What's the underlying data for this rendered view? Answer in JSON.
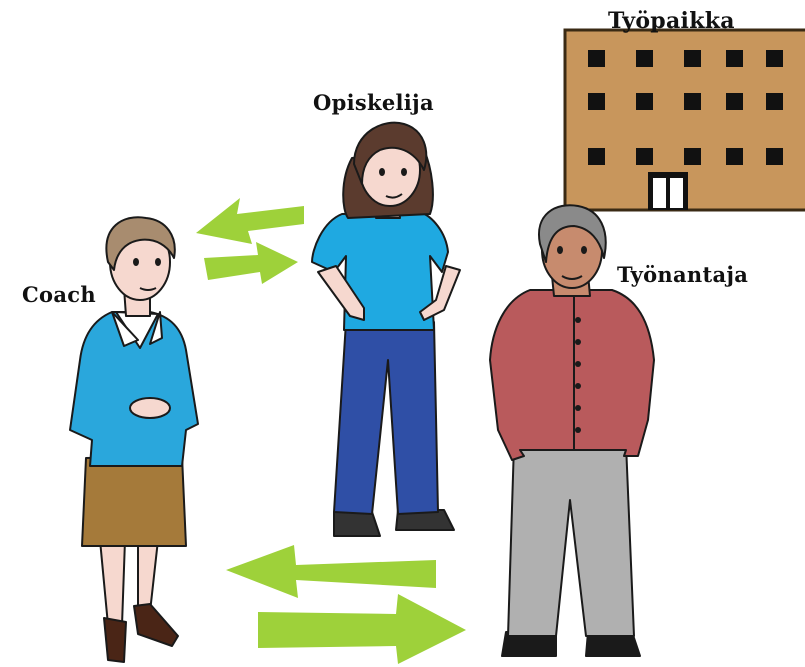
{
  "labels": {
    "workplace": "Työpaikka",
    "student": "Opiskelija",
    "coach": "Coach",
    "employer": "Työnantaja"
  },
  "colors": {
    "arrow": "#9ed13a",
    "building": "#c8965c",
    "coach_jacket": "#2aa7dc",
    "coach_skirt": "#a57a3a",
    "student_top": "#1fa9e1",
    "student_pants": "#2f4fa6",
    "employer_cardigan": "#b95a5c",
    "employer_pants": "#b0b0b0"
  }
}
